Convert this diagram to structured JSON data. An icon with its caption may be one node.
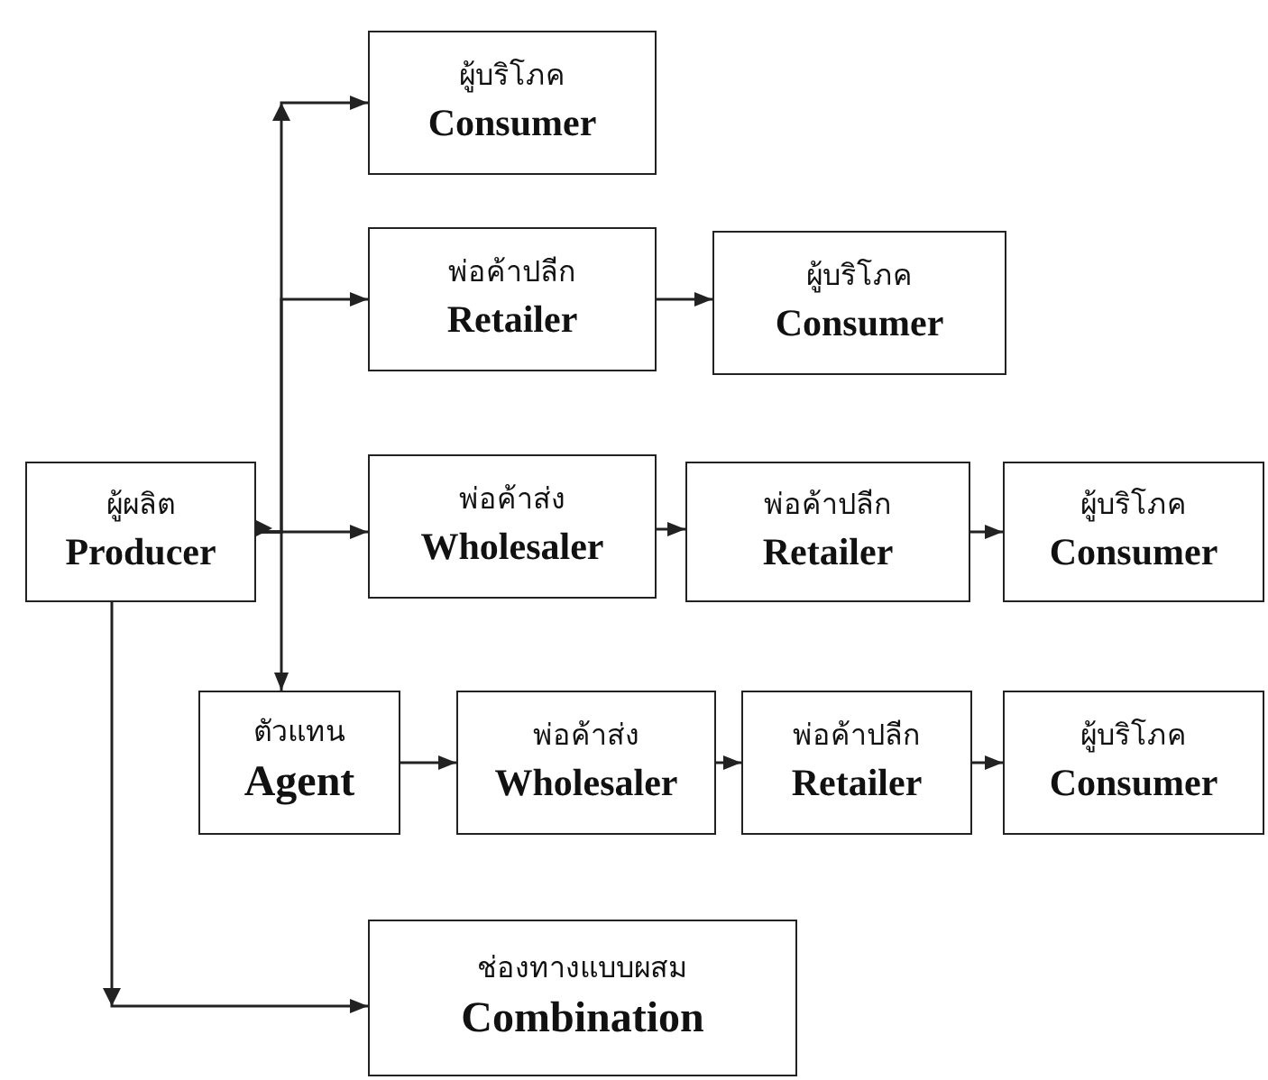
{
  "diagram": {
    "nodes": [
      {
        "text": [
          "ผู้ผลิต",
          "Producer"
        ]
      },
      {
        "text": [
          "ผู้บริโภค",
          "Consumer"
        ]
      },
      {
        "text": [
          "พ่อค้าปลีก",
          "Retailer"
        ]
      },
      {
        "text": [
          "ผู้บริโภค",
          "Consumer"
        ]
      },
      {
        "text": [
          "พ่อค้าส่ง",
          "Wholesaler"
        ]
      },
      {
        "text": [
          "พ่อค้าปลีก",
          "Retailer"
        ]
      },
      {
        "text": [
          "ผู้บริโภค",
          "Consumer"
        ]
      },
      {
        "text": [
          "ตัวแทน",
          "Agent"
        ]
      },
      {
        "text": [
          "พ่อค้าส่ง",
          "Wholesaler"
        ]
      },
      {
        "text": [
          "พ่อค้าปลีก",
          "Retailer"
        ]
      },
      {
        "text": [
          "ผู้บริโภค",
          "Consumer"
        ]
      },
      {
        "text": [
          "ช่องทางแบบผสม",
          "Combination"
        ]
      }
    ],
    "edges": [
      {
        "from": 0,
        "to": 1,
        "arrow": "to"
      },
      {
        "from": 0,
        "to": 2,
        "arrow": "to"
      },
      {
        "from": 0,
        "to": 4,
        "arrow": "to"
      },
      {
        "from": 0,
        "to": 7,
        "arrow": "to"
      },
      {
        "from": 0,
        "to": 11,
        "arrow": "to"
      },
      {
        "from": 2,
        "to": 3,
        "arrow": "to"
      },
      {
        "from": 4,
        "to": 5,
        "arrow": "to"
      },
      {
        "from": 5,
        "to": 6,
        "arrow": "to"
      },
      {
        "from": 7,
        "to": 8,
        "arrow": "to"
      },
      {
        "from": 8,
        "to": 9,
        "arrow": "to"
      },
      {
        "from": 9,
        "to": 10,
        "arrow": "to"
      }
    ]
  }
}
